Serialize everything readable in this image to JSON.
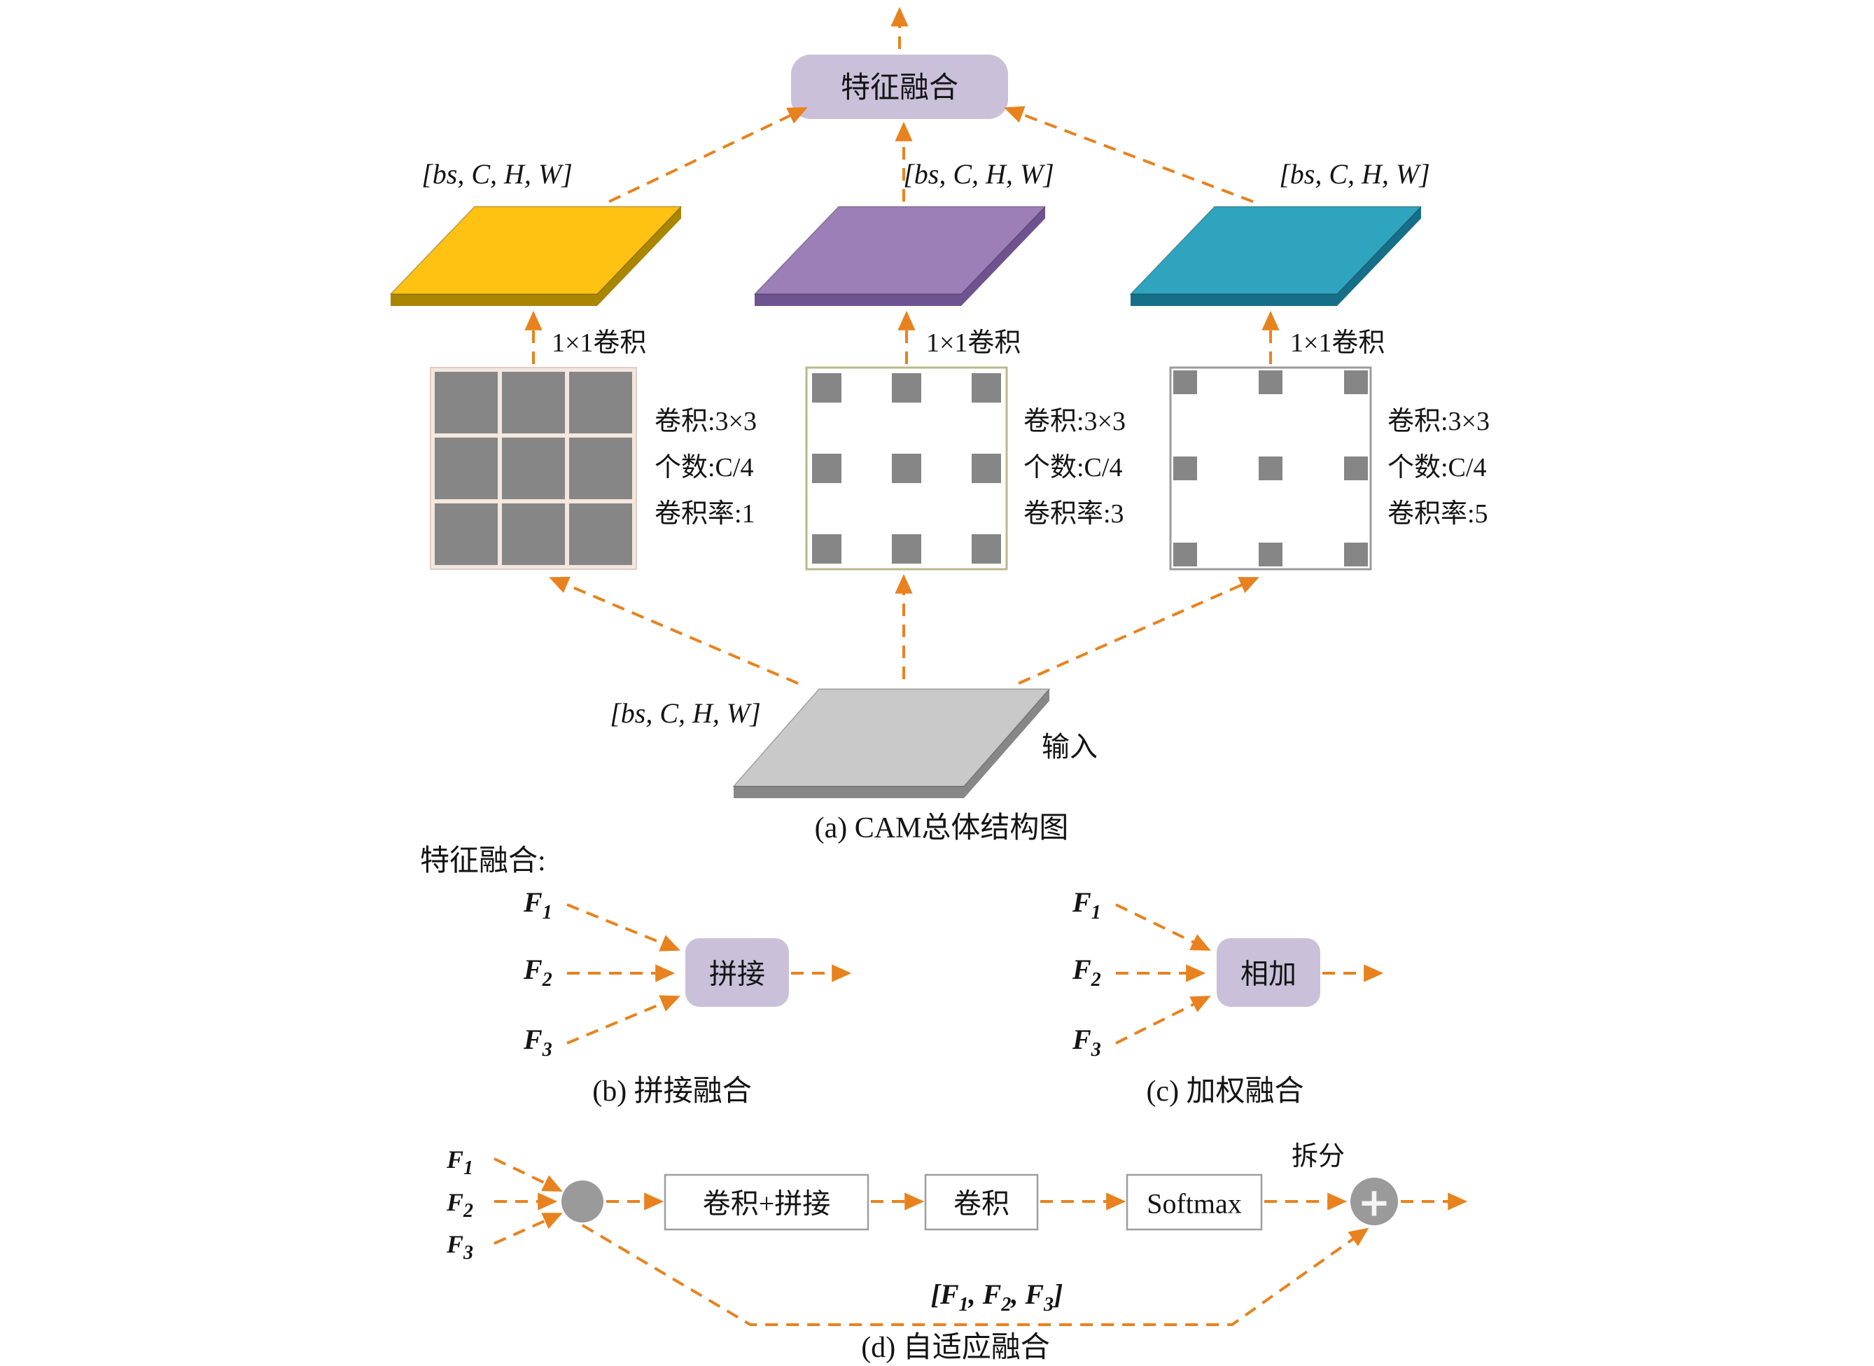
{
  "colors": {
    "arrow": "#E8821E",
    "fusion_box_fill": "#CBC0DA",
    "slab_yellow": "#FFC112",
    "slab_yellow_dark": "#A98500",
    "slab_purple": "#9C7EB8",
    "slab_purple_dark": "#6E5390",
    "slab_teal": "#2FA4BF",
    "slab_teal_dark": "#166F88",
    "slab_gray": "#C9C9C9",
    "slab_gray_dark": "#878787",
    "grid_cell": "#868686",
    "circle_gray": "#9A9A9A"
  },
  "overall": {
    "fusion_box_label": "特征融合",
    "tensor_label": "[bs, C, H, W]",
    "conv1x1_label": "1×1卷积",
    "input_label": "输入",
    "caption": "(a)  CAM总体结构图",
    "branches": [
      {
        "name": "dilation-1",
        "lines": [
          "卷积:3×3",
          "个数:C/4",
          "卷积率:1"
        ]
      },
      {
        "name": "dilation-3",
        "lines": [
          "卷积:3×3",
          "个数:C/4",
          "卷积率:3"
        ]
      },
      {
        "name": "dilation-5",
        "lines": [
          "卷积:3×3",
          "个数:C/4",
          "卷积率:5"
        ]
      }
    ]
  },
  "fusion_section_title": "特征融合:",
  "f": {
    "base": "F",
    "subs": [
      "1",
      "2",
      "3"
    ]
  },
  "concat": {
    "box_label": "拼接",
    "caption": "(b)  拼接融合"
  },
  "weighted": {
    "box_label": "相加",
    "caption": "(c)  加权融合"
  },
  "adaptive": {
    "box1": "卷积+拼接",
    "box2": "卷积",
    "box3": "Softmax",
    "split_label": "拆分",
    "plus": "+",
    "bracket_open": "[",
    "bracket_sep": ", ",
    "bracket_close": "]",
    "caption": "(d)  自适应融合"
  }
}
